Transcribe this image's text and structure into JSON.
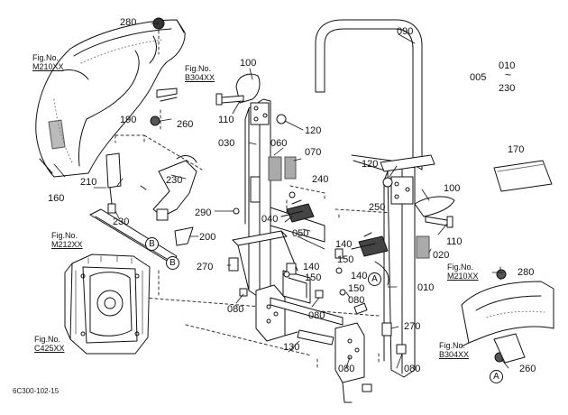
{
  "parts": {
    "p280a": "280",
    "p100a": "100",
    "p090": "090",
    "p010": "010",
    "p005": "005",
    "tilde": "~",
    "p230a": "230",
    "p110a": "110",
    "p120a": "120",
    "p260a": "260",
    "p190": "190",
    "p030": "030",
    "p060": "060",
    "p070": "070",
    "p160": "160",
    "p210": "210",
    "p230b": "230",
    "p230c": "230",
    "p240": "240",
    "p290": "290",
    "p040": "040",
    "p050": "050",
    "p250": "250",
    "p120b": "120",
    "p100b": "100",
    "p170": "170",
    "p020": "020",
    "p110b": "110",
    "p200": "200",
    "p270a": "270",
    "p140a": "140",
    "p140b": "140",
    "p150a": "150",
    "p150b": "150",
    "p150c": "150",
    "p140c": "140",
    "p010b": "010",
    "p080a": "080",
    "p080b": "080",
    "p080c": "080",
    "p130": "130",
    "p270b": "270",
    "p080d": "080",
    "p080e": "080",
    "p280b": "280",
    "p260b": "260"
  },
  "refs": {
    "m210a_fig": "Fig.No.",
    "m210a_no": "M210XX",
    "b304a_fig": "Fig.No.",
    "b304a_no": "B304XX",
    "m212_fig": "Fig.No.",
    "m212_no": "M212XX",
    "c425_fig": "Fig.No.",
    "c425_no": "C425XX",
    "m210b_fig": "Fig.No.",
    "m210b_no": "M210XX",
    "b304b_fig": "Fig.No.",
    "b304b_no": "B304XX"
  },
  "markers": {
    "b1": "B",
    "b2": "B",
    "a1": "A",
    "a2": "A"
  },
  "diagram_code": "6C300-102-15"
}
